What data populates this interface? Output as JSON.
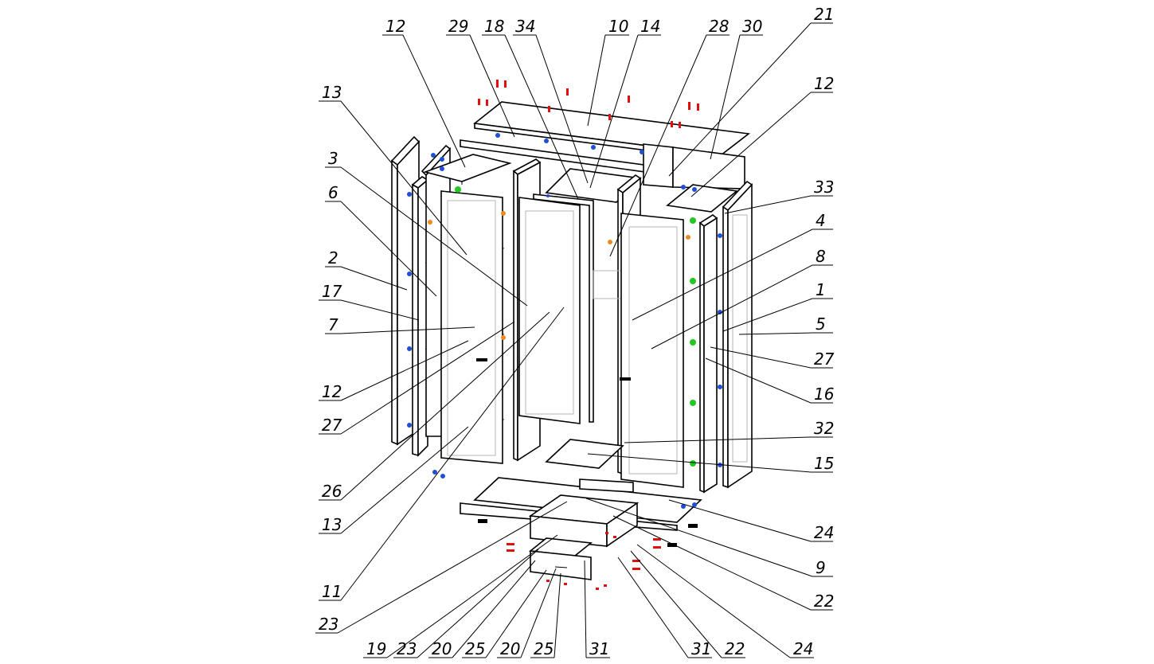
{
  "callouts": [
    {
      "id": "c12a",
      "label": "12"
    },
    {
      "id": "c29",
      "label": "29"
    },
    {
      "id": "c18",
      "label": "18"
    },
    {
      "id": "c34",
      "label": "34"
    },
    {
      "id": "c10",
      "label": "10"
    },
    {
      "id": "c14",
      "label": "14"
    },
    {
      "id": "c28",
      "label": "28"
    },
    {
      "id": "c30",
      "label": "30"
    },
    {
      "id": "c21",
      "label": "21"
    },
    {
      "id": "c12b",
      "label": "12"
    },
    {
      "id": "c13a",
      "label": "13"
    },
    {
      "id": "c3",
      "label": "3"
    },
    {
      "id": "c6",
      "label": "6"
    },
    {
      "id": "c2",
      "label": "2"
    },
    {
      "id": "c17",
      "label": "17"
    },
    {
      "id": "c7",
      "label": "7"
    },
    {
      "id": "c12c",
      "label": "12"
    },
    {
      "id": "c27a",
      "label": "27"
    },
    {
      "id": "c26",
      "label": "26"
    },
    {
      "id": "c13b",
      "label": "13"
    },
    {
      "id": "c11",
      "label": "11"
    },
    {
      "id": "c23a",
      "label": "23"
    },
    {
      "id": "c19",
      "label": "19"
    },
    {
      "id": "c23b",
      "label": "23"
    },
    {
      "id": "c20a",
      "label": "20"
    },
    {
      "id": "c25a",
      "label": "25"
    },
    {
      "id": "c20b",
      "label": "20"
    },
    {
      "id": "c25b",
      "label": "25"
    },
    {
      "id": "c31a",
      "label": "31"
    },
    {
      "id": "c31b",
      "label": "31"
    },
    {
      "id": "c22a",
      "label": "22"
    },
    {
      "id": "c24a",
      "label": "24"
    },
    {
      "id": "c33",
      "label": "33"
    },
    {
      "id": "c4",
      "label": "4"
    },
    {
      "id": "c8",
      "label": "8"
    },
    {
      "id": "c1",
      "label": "1"
    },
    {
      "id": "c5",
      "label": "5"
    },
    {
      "id": "c27b",
      "label": "27"
    },
    {
      "id": "c16",
      "label": "16"
    },
    {
      "id": "c32",
      "label": "32"
    },
    {
      "id": "c15",
      "label": "15"
    },
    {
      "id": "c24b",
      "label": "24"
    },
    {
      "id": "c9",
      "label": "9"
    },
    {
      "id": "c22b",
      "label": "22"
    }
  ],
  "colors": {
    "line": "#000000",
    "hidden_line": "#b5b5b5",
    "dowel_red": "#e01010",
    "cam_blue": "#1f4fd6",
    "confirmat_green": "#22c722",
    "hinge_orange": "#f08a1c"
  }
}
